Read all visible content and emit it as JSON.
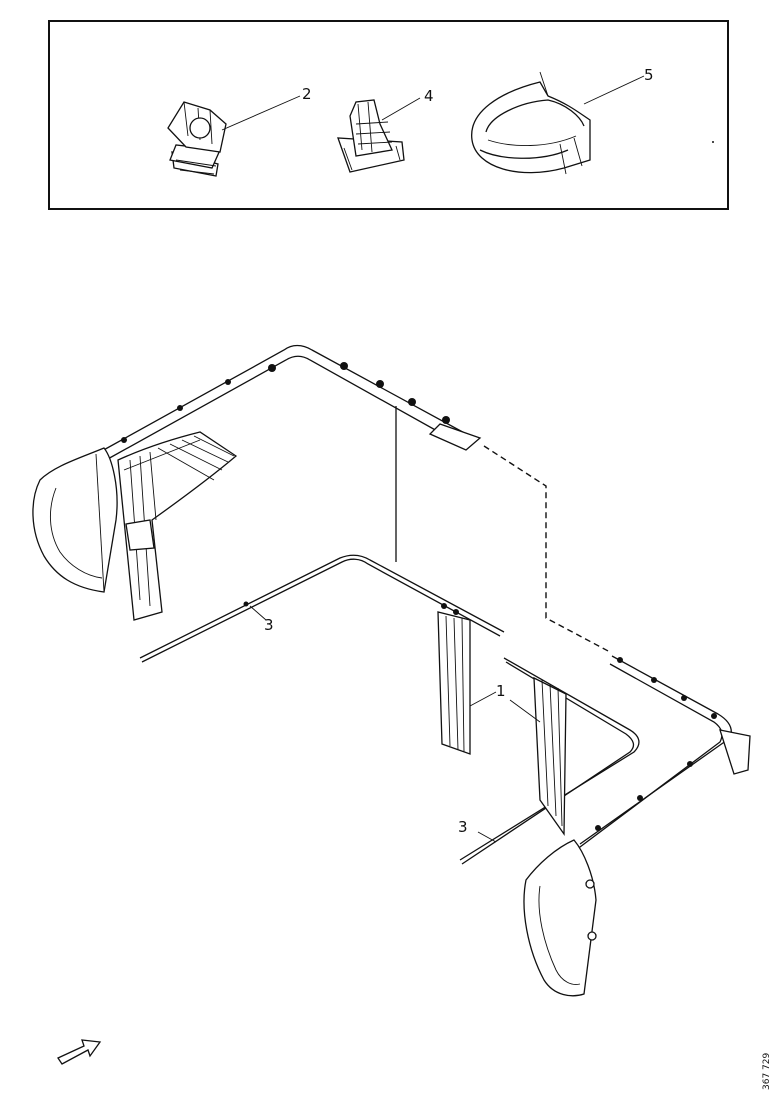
{
  "callouts": {
    "c1": "1",
    "c2": "2",
    "c3a": "3",
    "c3b": "3",
    "c4": "4",
    "c5": "5"
  },
  "reference_number": "367 729",
  "icons": {
    "direction": "arrow-icon"
  }
}
